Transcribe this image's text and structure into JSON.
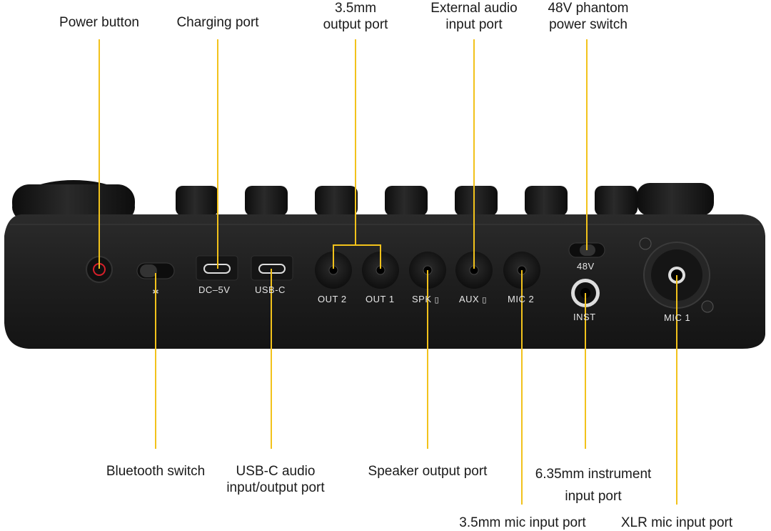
{
  "callouts_top": {
    "power_button": "Power button",
    "charging_port": "Charging port",
    "output_port": [
      "3.5mm",
      "output port"
    ],
    "external_audio": [
      "External audio",
      "input port"
    ],
    "phantom_switch": [
      "48V phantom",
      "power switch"
    ]
  },
  "callouts_bottom": {
    "bluetooth_switch": "Bluetooth switch",
    "usbc_audio": [
      "USB-C audio",
      "input/output port"
    ],
    "speaker_output": "Speaker output port",
    "instrument_input": [
      "6.35mm instrument",
      "input port"
    ],
    "mic_input": "3.5mm mic input port",
    "xlr_input": "XLR mic input port"
  },
  "device_labels": {
    "dc": "DC–5V",
    "usbc": "USB-C",
    "out2": "OUT 2",
    "out1": "OUT 1",
    "spk": "SPK",
    "aux": "AUX",
    "mic2": "MIC 2",
    "v48": "48V",
    "inst": "INST",
    "mic1": "MIC 1"
  },
  "colors": {
    "leader_line": "#f2c21b",
    "device_body": "#1c1c1c",
    "power_ring": "#d8202a"
  }
}
